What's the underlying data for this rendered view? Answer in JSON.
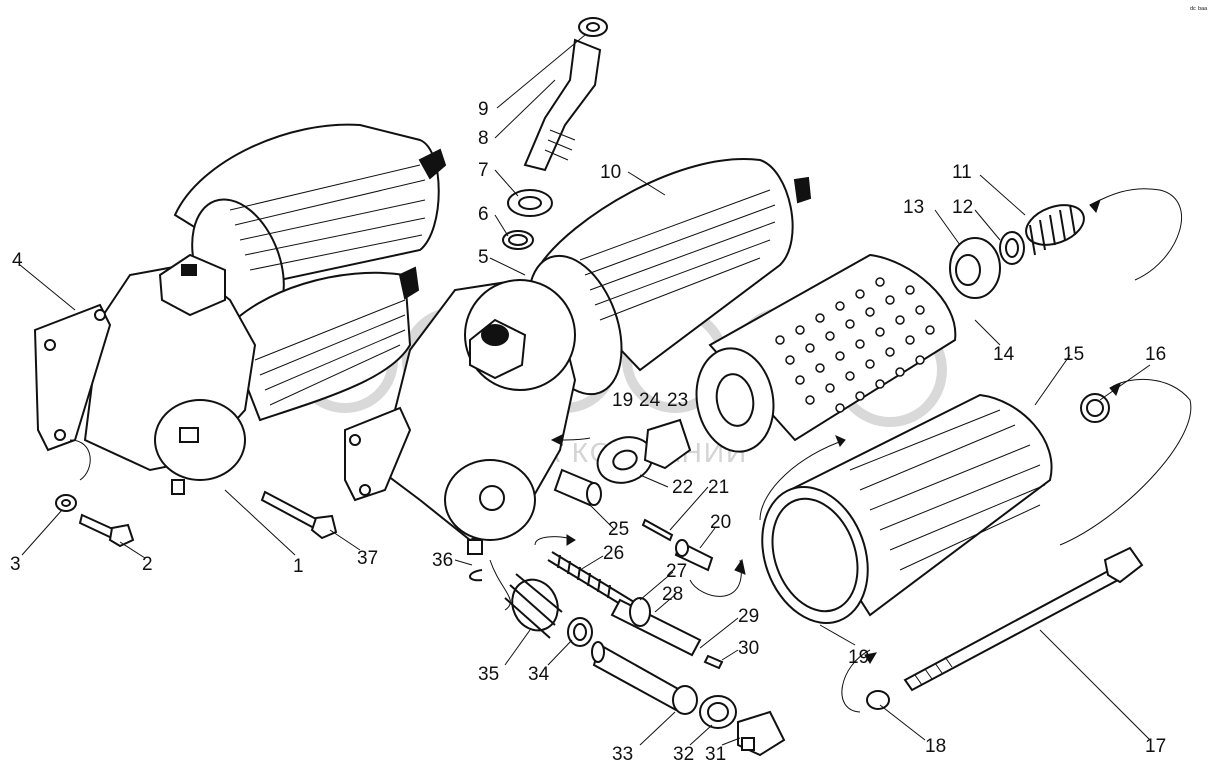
{
  "labels": {
    "l1": "1",
    "l2": "2",
    "l3": "3",
    "l4": "4",
    "l5": "5",
    "l6": "6",
    "l7": "7",
    "l8": "8",
    "l9": "9",
    "l10": "10",
    "l11": "11",
    "l12": "12",
    "l13": "13",
    "l14": "14",
    "l15": "15",
    "l16": "16",
    "l17": "17",
    "l18": "18",
    "l19a": "19",
    "l19b": "19",
    "l20": "20",
    "l21": "21",
    "l22": "22",
    "l23": "23",
    "l24": "24",
    "l25": "25",
    "l26": "26",
    "l27": "27",
    "l28": "28",
    "l29": "29",
    "l30": "30",
    "l31": "31",
    "l32": "32",
    "l33": "33",
    "l34": "34",
    "l35": "35",
    "l36": "36",
    "l37": "37"
  },
  "watermark": {
    "text": "ГРУППА КОМПАНИЙ"
  },
  "corner": {
    "text": "ᵈᶜ ᵇᵃᵃ"
  },
  "colors": {
    "ink": "#111111",
    "paper": "#ffffff",
    "watermark": "#d4d4d4"
  }
}
